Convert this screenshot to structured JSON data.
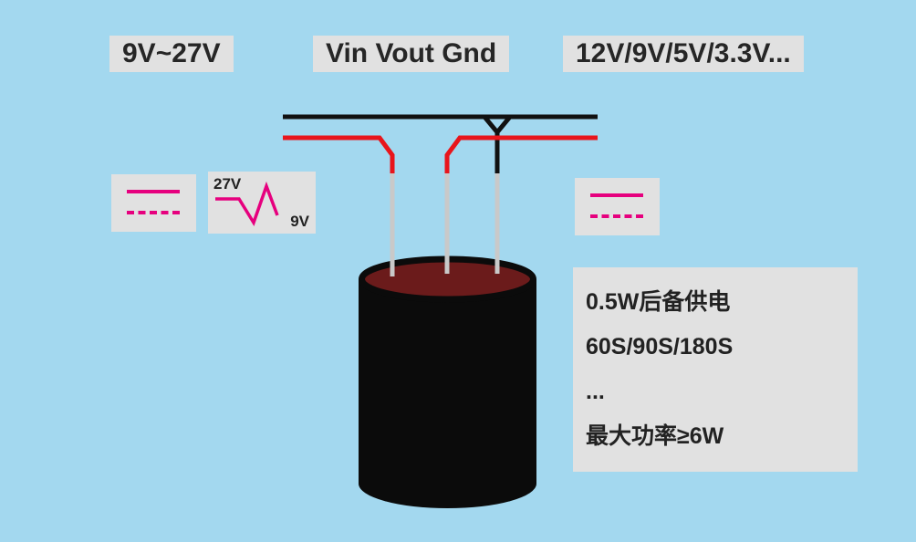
{
  "scene": {
    "title_left": "9V~27V",
    "title_center": "Vin Vout Gnd",
    "title_right": "12V/9V/5V/3.3V..."
  },
  "waveform": {
    "high": "27V",
    "low": "9V"
  },
  "spec": {
    "lines": [
      "0.5W后备供电",
      "60S/90S/180S",
      "...",
      "最大功率≥6W"
    ]
  },
  "icons": {
    "solid_line": "solid-line-icon",
    "dashed_line": "dashed-line-icon",
    "waveform": "voltage-waveform-icon"
  },
  "colors": {
    "background": "#a3d8ef",
    "panel": "#e1e1e1",
    "magenta": "#e6007e",
    "wire_red": "#e8151b",
    "wire_black": "#111111",
    "lead_gray": "#c9c9c9",
    "capacitor_body": "#0b0b0b",
    "capacitor_top": "#6b1b1b"
  }
}
